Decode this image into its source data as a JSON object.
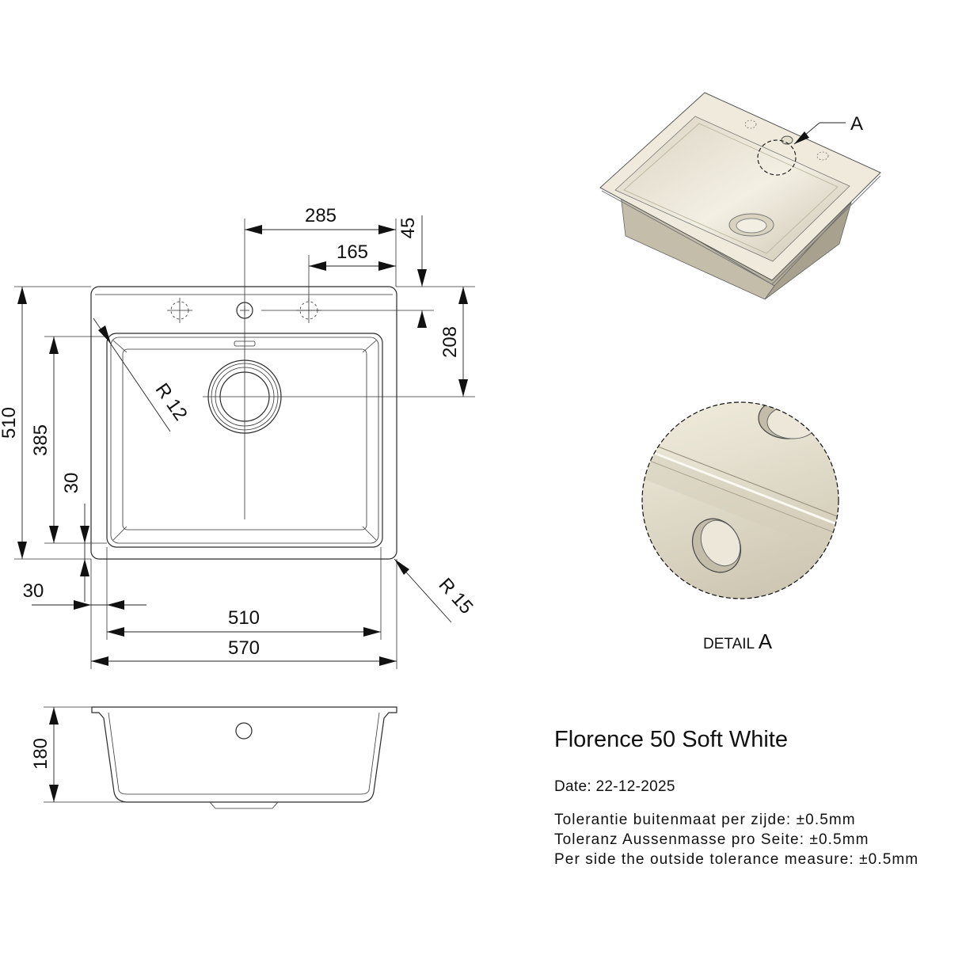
{
  "title": "Florence 50 Soft White",
  "date": "Date: 22-12-2025",
  "tolerances": [
    "Tolerantie buitenmaat per zijde: ±0.5mm",
    "Toleranz Aussenmasse pro Seite: ±0.5mm",
    "Per side the outside tolerance measure: ±0.5mm"
  ],
  "detail": {
    "prefix": "DETAIL",
    "letter": "A"
  },
  "callout_letter": "A",
  "dimensions": {
    "d285": "285",
    "d165": "165",
    "d45": "45",
    "d208": "208",
    "d510_v": "510",
    "d385": "385",
    "d30_v": "30",
    "d30_h": "30",
    "d510_h": "510",
    "d570": "570",
    "d180": "180",
    "r12": "R 12",
    "r15": "R 15"
  },
  "colors": {
    "sink_surface": "#efeadb",
    "sink_shadow": "#cfc8b4",
    "sink_side": "#bdb6a2",
    "line": "#2a2a2a"
  }
}
